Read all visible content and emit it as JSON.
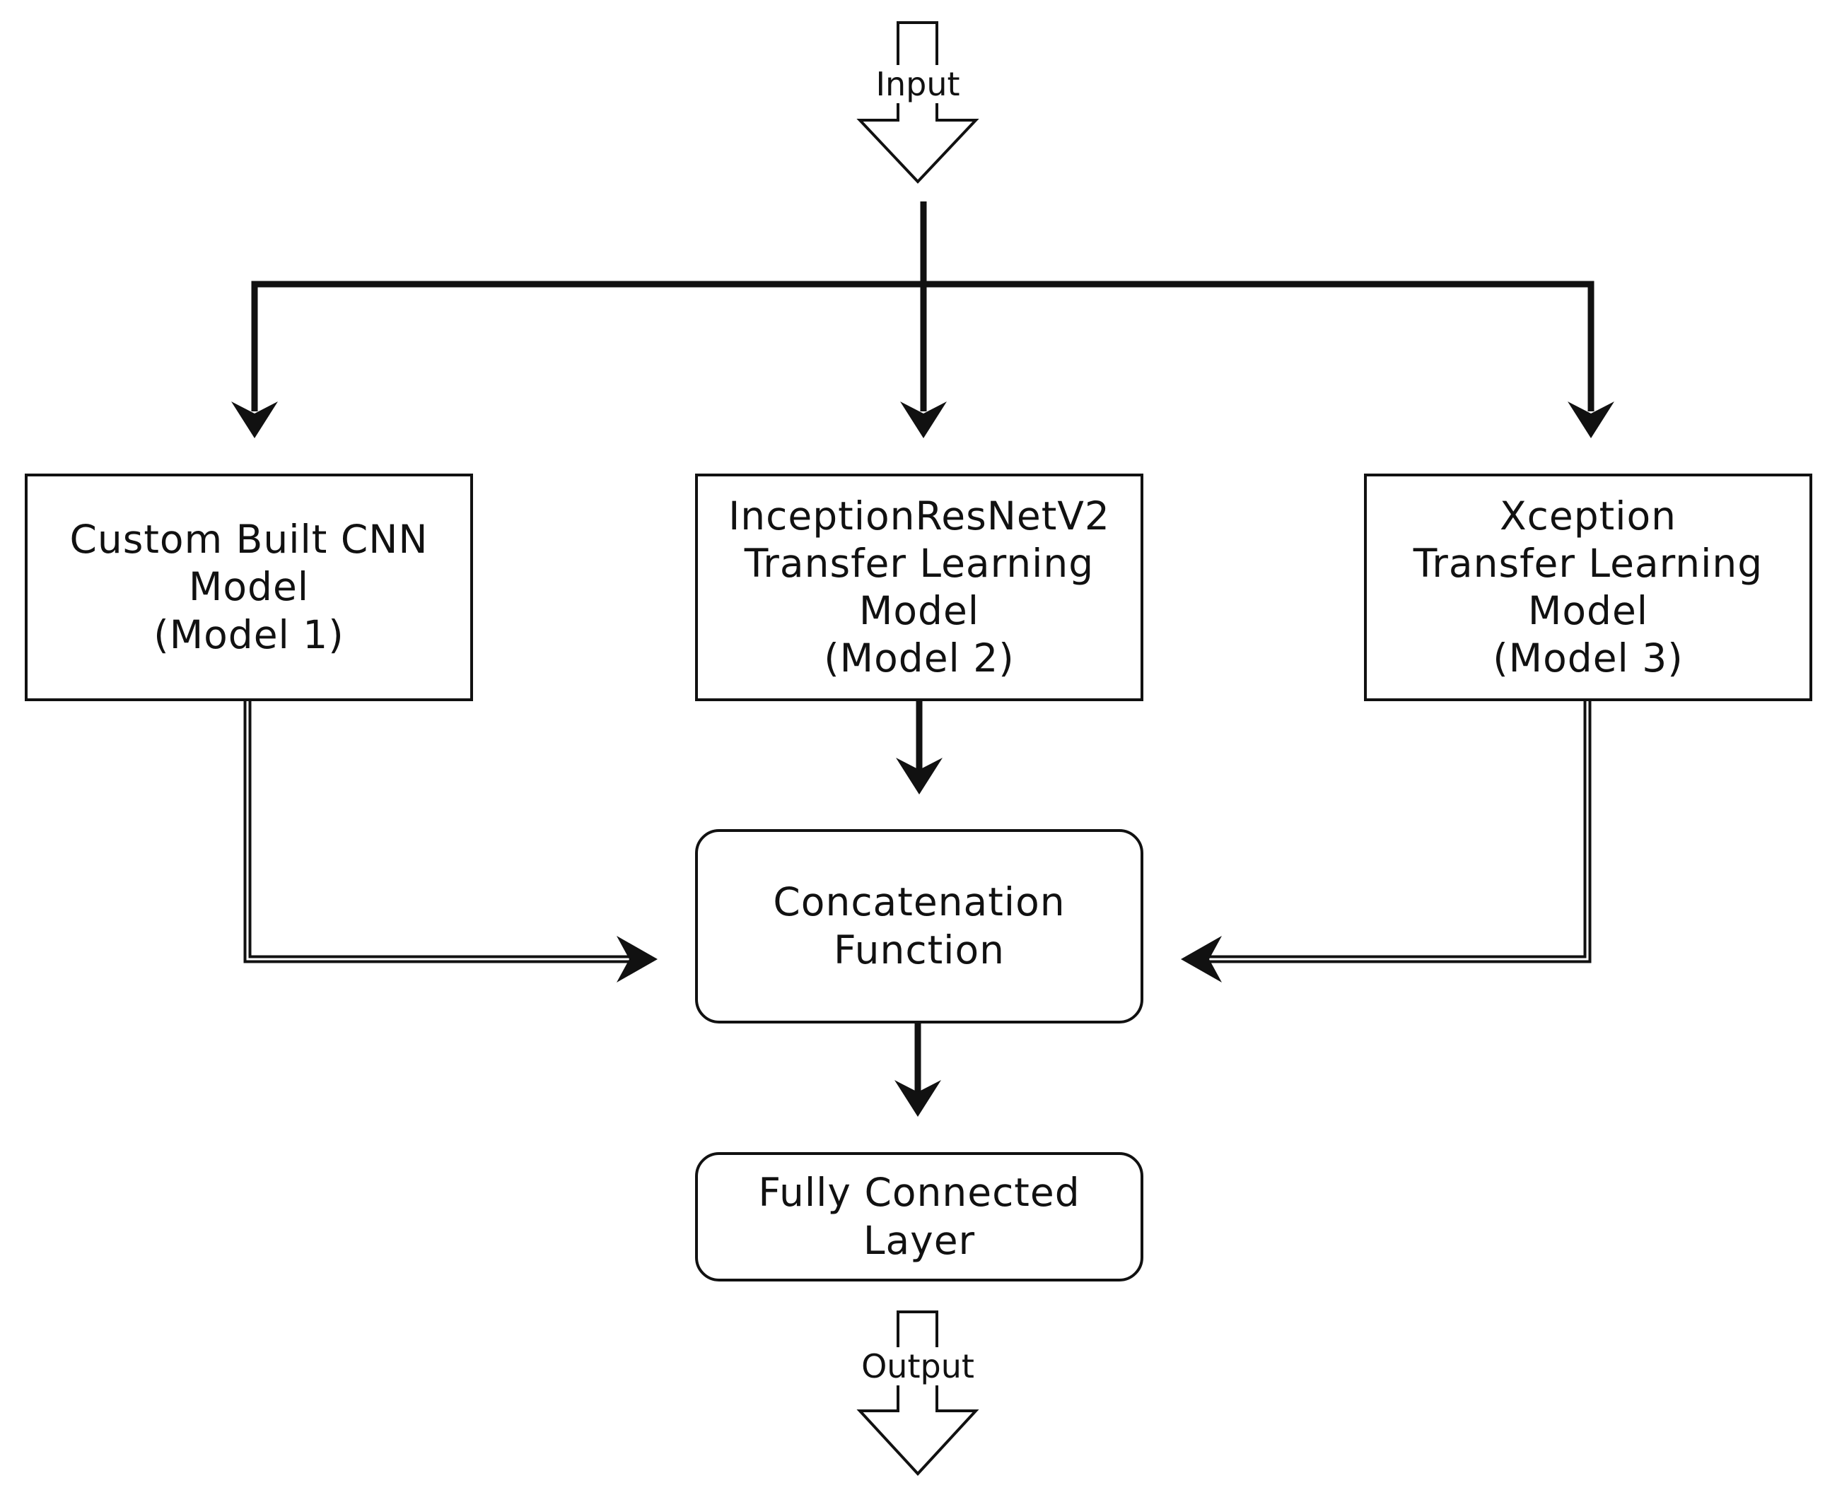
{
  "diagram": {
    "input_label": "Input",
    "output_label": "Output",
    "model1": {
      "line1": "Custom Built CNN",
      "line2": "Model",
      "line3": "(Model 1)"
    },
    "model2": {
      "line1": "InceptionResNetV2",
      "line2": "Transfer Learning",
      "line3": "Model",
      "line4": "(Model 2)"
    },
    "model3": {
      "line1": "Xception",
      "line2": "Transfer Learning",
      "line3": "Model",
      "line4": "(Model 3)"
    },
    "concat": {
      "line1": "Concatenation",
      "line2": "Function"
    },
    "fc": {
      "line1": "Fully Connected",
      "line2": "Layer"
    }
  },
  "colors": {
    "stroke": "#111111",
    "background": "#ffffff"
  }
}
